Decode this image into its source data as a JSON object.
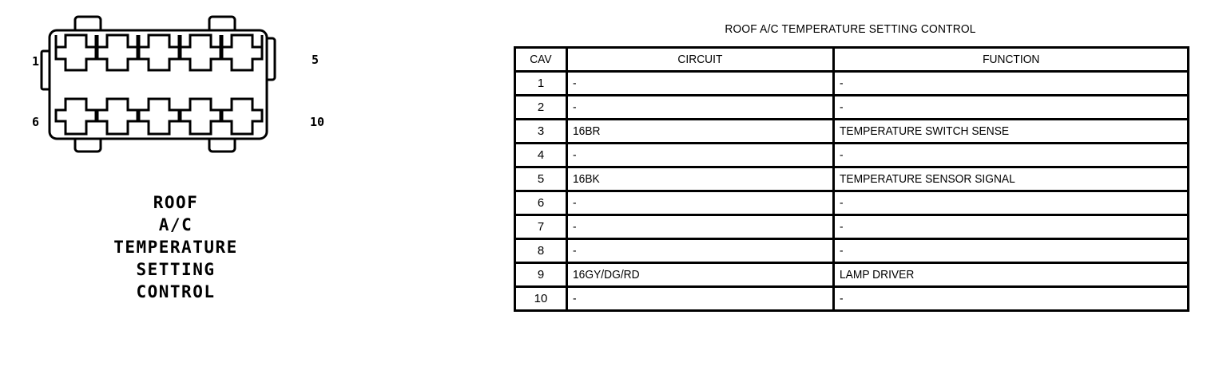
{
  "connector": {
    "pin_labels": {
      "top_left": "1",
      "bottom_left": "6",
      "top_right": "5",
      "bottom_right": "10"
    },
    "caption_lines": [
      "ROOF",
      "A/C",
      "TEMPERATURE",
      "SETTING",
      "CONTROL"
    ],
    "cavity_count": 10,
    "rows": 2,
    "columns": 5,
    "colors": {
      "outline": "#000000",
      "fill": "#ffffff"
    }
  },
  "table": {
    "title": "ROOF A/C TEMPERATURE SETTING CONTROL",
    "headers": {
      "cav": "CAV",
      "circuit": "CIRCUIT",
      "function": "FUNCTION"
    },
    "rows": [
      {
        "cav": "1",
        "circuit": "-",
        "function": "-"
      },
      {
        "cav": "2",
        "circuit": "-",
        "function": "-"
      },
      {
        "cav": "3",
        "circuit": "16BR",
        "function": "TEMPERATURE SWITCH SENSE"
      },
      {
        "cav": "4",
        "circuit": "-",
        "function": "-"
      },
      {
        "cav": "5",
        "circuit": "16BK",
        "function": "TEMPERATURE SENSOR SIGNAL"
      },
      {
        "cav": "6",
        "circuit": "-",
        "function": "-"
      },
      {
        "cav": "7",
        "circuit": "-",
        "function": "-"
      },
      {
        "cav": "8",
        "circuit": "-",
        "function": "-"
      },
      {
        "cav": "9",
        "circuit": "16GY/DG/RD",
        "function": "LAMP DRIVER"
      },
      {
        "cav": "10",
        "circuit": "-",
        "function": "-"
      }
    ]
  }
}
